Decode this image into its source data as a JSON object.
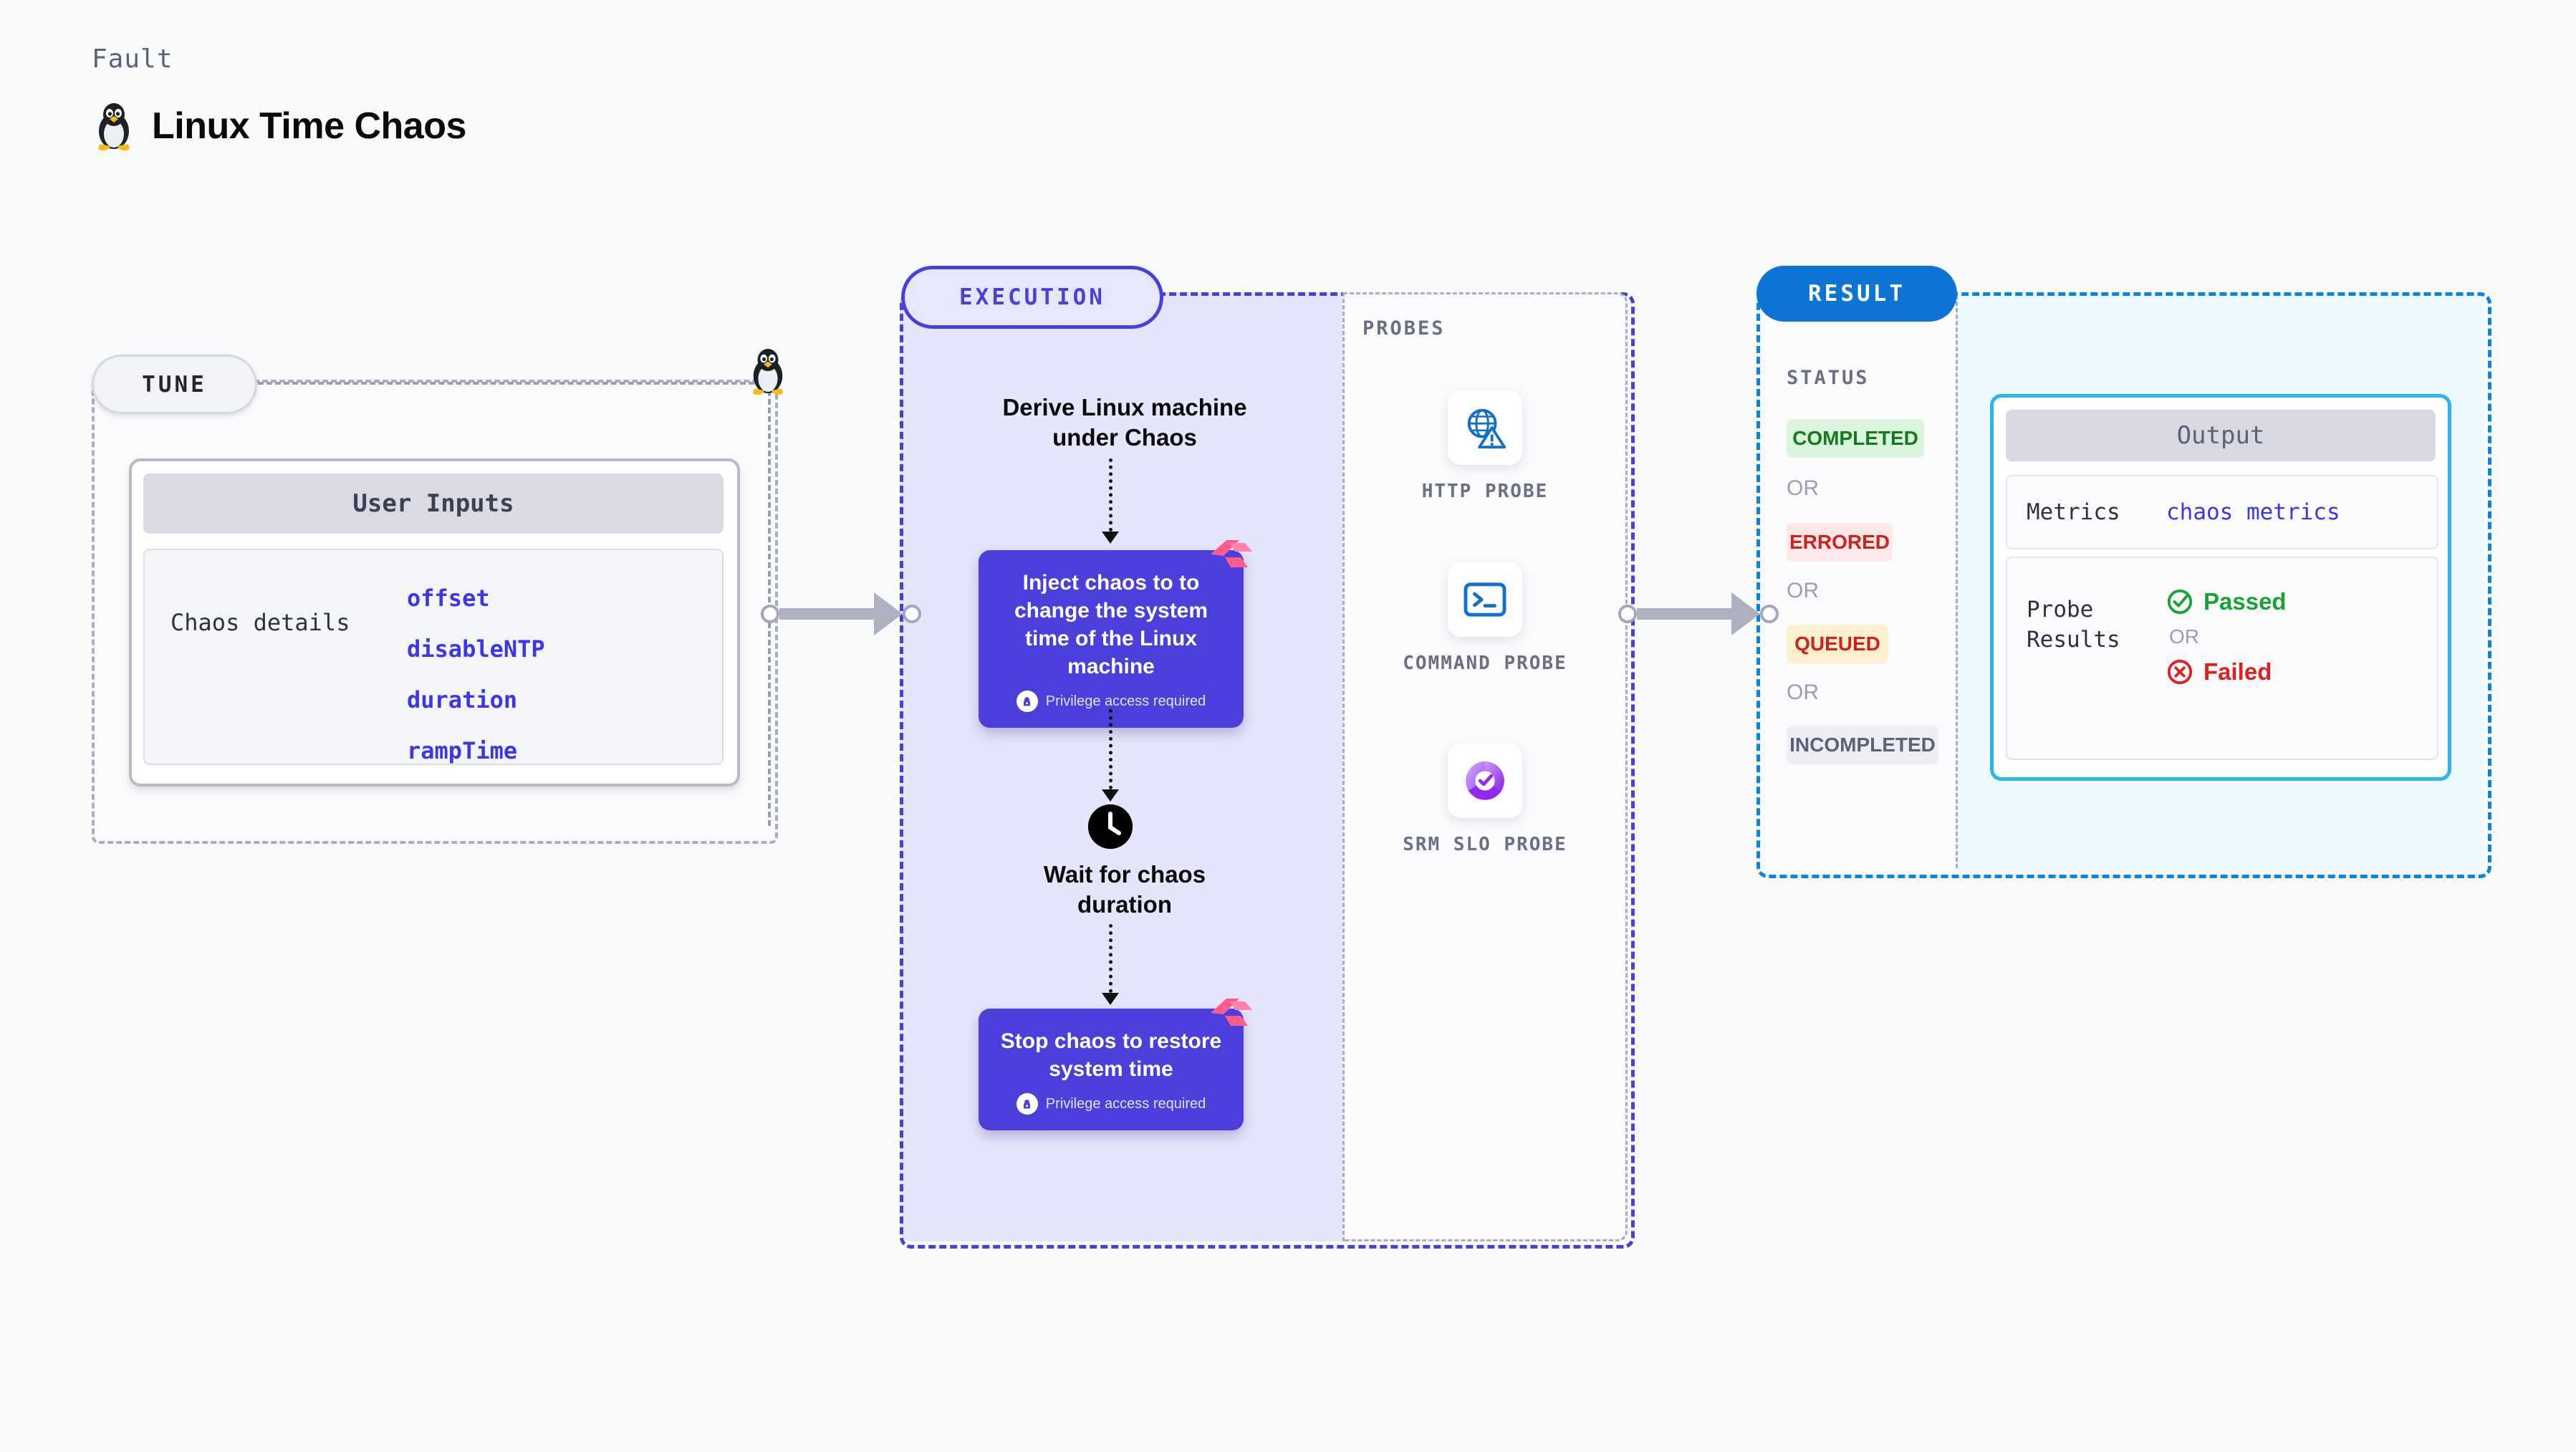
{
  "header": {
    "kicker": "Fault",
    "title": "Linux Time Chaos",
    "icon": "tux-penguin-icon"
  },
  "tune": {
    "pill_label": "TUNE",
    "card_header": "User Inputs",
    "row_label": "Chaos details",
    "params": [
      "offset",
      "disableNTP",
      "duration",
      "rampTime"
    ]
  },
  "execution": {
    "pill_label": "EXECUTION",
    "step1": "Derive Linux machine\nunder Chaos",
    "card1": {
      "title": "Inject chaos to to change the system time of the Linux machine",
      "note": "Privilege access required",
      "icon": "lock-icon",
      "ribbon": "harness-ribbon-icon"
    },
    "wait_step": "Wait for chaos\nduration",
    "wait_icon": "clock-icon",
    "card2": {
      "title": "Stop chaos to restore system time",
      "note": "Privilege access required",
      "icon": "lock-icon",
      "ribbon": "harness-ribbon-icon"
    }
  },
  "probes": {
    "section_label": "PROBES",
    "items": [
      {
        "name": "HTTP PROBE",
        "icon": "globe-warning-icon"
      },
      {
        "name": "COMMAND PROBE",
        "icon": "terminal-icon"
      },
      {
        "name": "SRM SLO PROBE",
        "icon": "slo-donut-check-icon"
      }
    ]
  },
  "result": {
    "pill_label": "RESULT",
    "status_label": "STATUS",
    "or": "OR",
    "statuses": [
      {
        "label": "COMPLETED",
        "bg": "#d9f5dc",
        "color": "#157a1e"
      },
      {
        "label": "ERRORED",
        "bg": "#fce8e8",
        "color": "#cc2222"
      },
      {
        "label": "QUEUED",
        "bg": "#fdf0cc",
        "color": "#cc2222"
      },
      {
        "label": "INCOMPLETED",
        "bg": "#eceef4",
        "color": "#5c6079"
      }
    ],
    "output": {
      "header": "Output",
      "metrics_key": "Metrics",
      "metrics_value": "chaos metrics",
      "probe_results_key": "Probe\nResults",
      "passed": "Passed",
      "failed": "Failed",
      "or": "OR",
      "passed_icon": "check-circle-icon",
      "failed_icon": "x-circle-icon"
    }
  },
  "colors": {
    "accent_purple": "#4a3fdb",
    "accent_blue": "#0b74d4",
    "accent_cyan": "#29b6ef",
    "pass_green": "#1aa235",
    "fail_red": "#dd2020",
    "ribbon_pink": "#ff6a9e"
  }
}
